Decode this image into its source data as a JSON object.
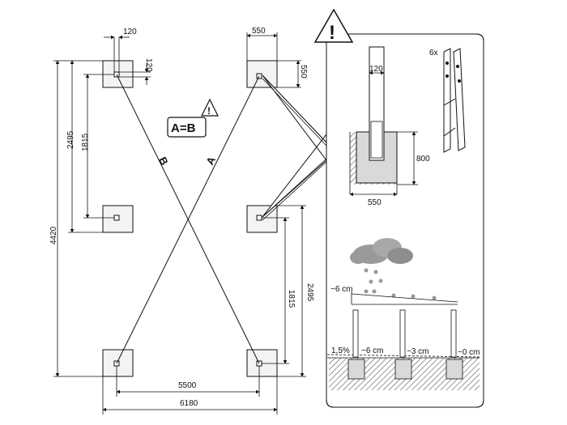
{
  "dimensions": {
    "post_width_top": "120",
    "post_depth_top": "120",
    "footing_width_top": "550",
    "footing_depth_top": "550",
    "left_outer": "4420",
    "left_mid": "2495",
    "left_inner": "1815",
    "right_inner": "1815",
    "right_outer": "2495",
    "bottom_inner": "5500",
    "bottom_outer": "6180"
  },
  "diagonals": {
    "a": "A",
    "b": "B"
  },
  "check_label": "A=B",
  "warning_symbol": "!",
  "detail": {
    "post_width": "120",
    "concrete_depth": "800",
    "concrete_width": "550",
    "screw_count": "6x",
    "slope_label": "~6 cm",
    "slope_percent": "1,5%",
    "heights": [
      "~6 cm",
      "~3 cm",
      "~0 cm"
    ]
  }
}
